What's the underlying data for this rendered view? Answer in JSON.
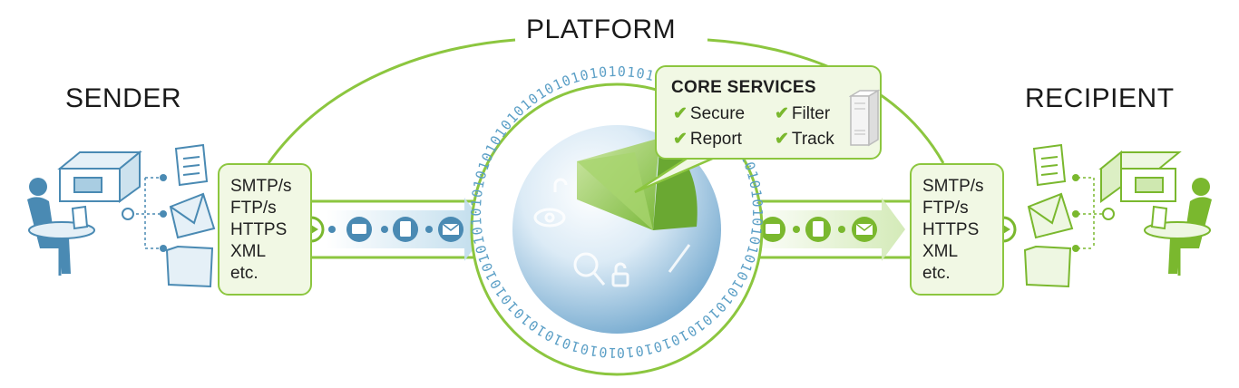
{
  "labels": {
    "platform": "PLATFORM",
    "sender": "SENDER",
    "recipient": "RECIPIENT"
  },
  "protocols": [
    "SMTP/s",
    "FTP/s",
    "HTTPS",
    "XML",
    "etc."
  ],
  "core_services": {
    "title": "CORE SERVICES",
    "items": [
      "Secure",
      "Filter",
      "Report",
      "Track"
    ]
  },
  "binary_ring": "10101010101010101010101010101010101010101010101010101010101010101010101010101010101010101010101010",
  "colors": {
    "green": "#8cc63f",
    "green_dark": "#6aa832",
    "blue": "#4a8ab3",
    "blue_light": "#a9cde2",
    "box_fill": "#f1f8e4",
    "globe_light": "#e9f3fa",
    "globe_dark": "#7fb1d4"
  },
  "icons": {
    "sender_person": "person-at-desk-icon",
    "sender_server": "server-icon",
    "sender_files": [
      "document-icon",
      "envelope-icon",
      "folder-icon"
    ],
    "recipient_person": "person-at-desk-icon",
    "recipient_server": "server-icon",
    "recipient_files": [
      "document-icon",
      "envelope-icon",
      "folder-icon"
    ],
    "core_server": "server-tower-icon"
  }
}
